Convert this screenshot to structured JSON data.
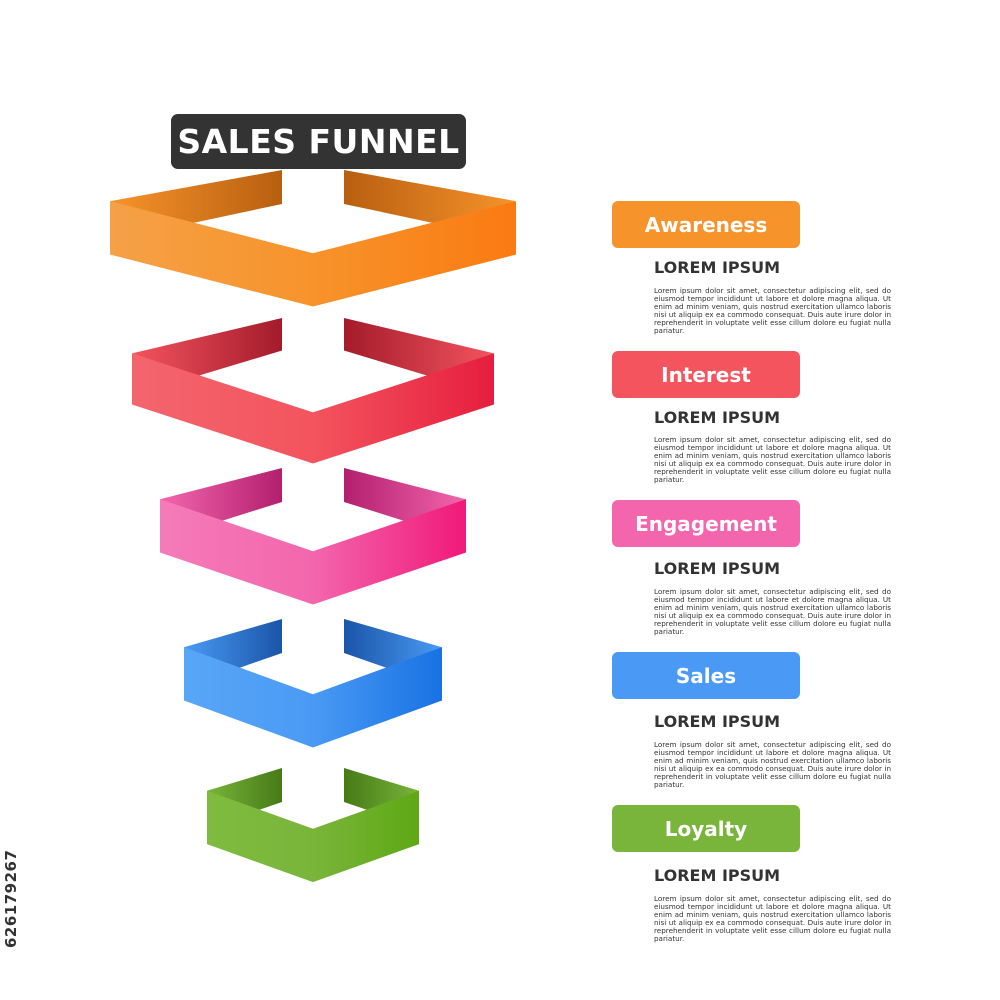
{
  "title": "SALES FUNNEL",
  "side_id": "626179267",
  "stages": [
    {
      "label": "Awareness",
      "heading": "LOREM IPSUM",
      "body": "Lorem ipsum dolor sit amet, consectetur adipiscing elit, sed do eiusmod tempor incididunt ut labore et dolore magna aliqua. Ut enim ad minim veniam, quis nostrud exercitation ullamco laboris nisi ut aliquip ex ea commodo consequat. Duis aute irure dolor in reprehenderit in voluptate velit esse cillum dolore eu fugiat nulla pariatur.",
      "color": "#f7932b",
      "color_dark": "#b85f10",
      "color_light": "#f5a147",
      "color_end": "#fb7a12"
    },
    {
      "label": "Interest",
      "heading": "LOREM IPSUM",
      "body": "Lorem ipsum dolor sit amet, consectetur adipiscing elit, sed do eiusmod tempor incididunt ut labore et dolore magna aliqua. Ut enim ad minim veniam, quis nostrud exercitation ullamco laboris nisi ut aliquip ex ea commodo consequat. Duis aute irure dolor in reprehenderit in voluptate velit esse cillum dolore eu fugiat nulla pariatur.",
      "color": "#f3545e",
      "color_dark": "#a41b2b",
      "color_light": "#f3656d",
      "color_end": "#e61e3e"
    },
    {
      "label": "Engagement",
      "heading": "LOREM IPSUM",
      "body": "Lorem ipsum dolor sit amet, consectetur adipiscing elit, sed do eiusmod tempor incididunt ut labore et dolore magna aliqua. Ut enim ad minim veniam, quis nostrud exercitation ullamco laboris nisi ut aliquip ex ea commodo consequat. Duis aute irure dolor in reprehenderit in voluptate velit esse cillum dolore eu fugiat nulla pariatur.",
      "color": "#f366ad",
      "color_dark": "#b21f6e",
      "color_light": "#f57bb8",
      "color_end": "#f0197a"
    },
    {
      "label": "Sales",
      "heading": "LOREM IPSUM",
      "body": "Lorem ipsum dolor sit amet, consectetur adipiscing elit, sed do eiusmod tempor incididunt ut labore et dolore magna aliqua. Ut enim ad minim veniam, quis nostrud exercitation ullamco laboris nisi ut aliquip ex ea commodo consequat. Duis aute irure dolor in reprehenderit in voluptate velit esse cillum dolore eu fugiat nulla pariatur.",
      "color": "#4a9af5",
      "color_dark": "#1a55a8",
      "color_light": "#58a6f7",
      "color_end": "#1872e3"
    },
    {
      "label": "Loyalty",
      "heading": "LOREM IPSUM",
      "body": "Lorem ipsum dolor sit amet, consectetur adipiscing elit, sed do eiusmod tempor incididunt ut labore et dolore magna aliqua. Ut enim ad minim veniam, quis nostrud exercitation ullamco laboris nisi ut aliquip ex ea commodo consequat. Duis aute irure dolor in reprehenderit in voluptate velit esse cillum dolore eu fugiat nulla pariatur.",
      "color": "#79b53a",
      "color_dark": "#467a17",
      "color_light": "#7fbb3f",
      "color_end": "#5ea814"
    }
  ]
}
